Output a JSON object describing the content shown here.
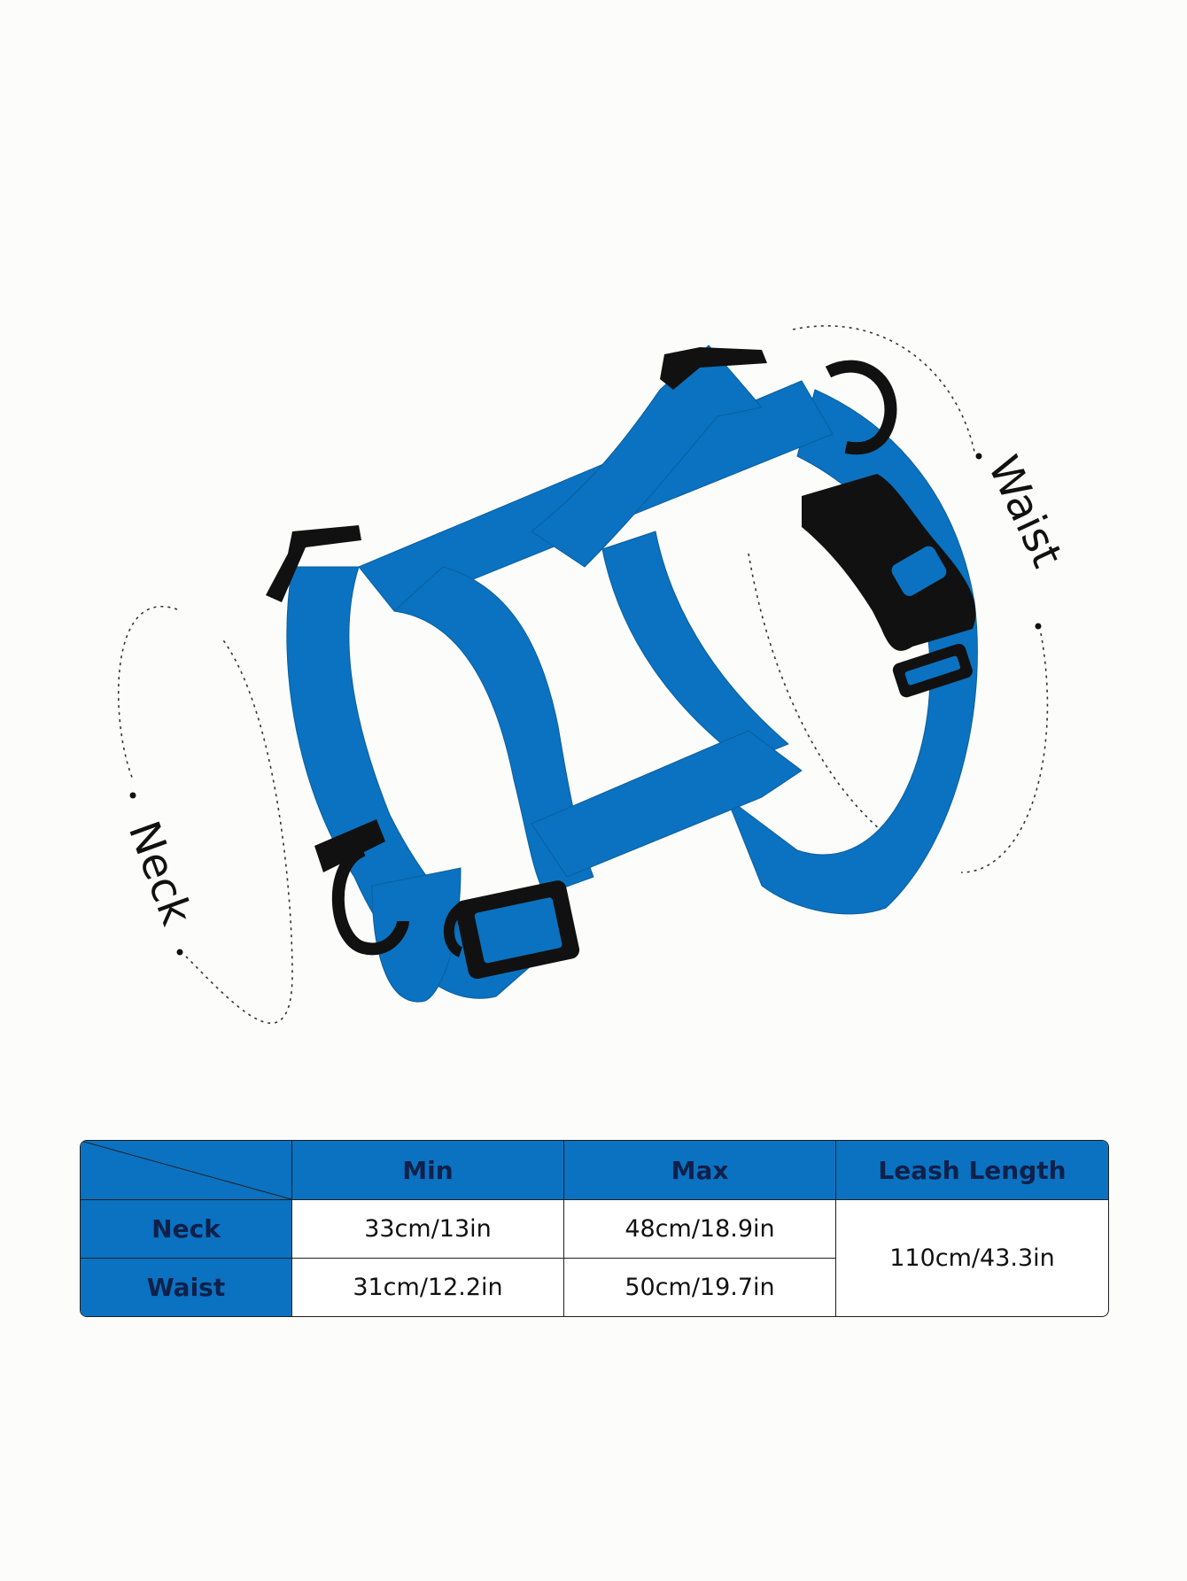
{
  "labels": {
    "neck": "Neck",
    "waist": "Waist"
  },
  "colors": {
    "harness": "#0a72c0",
    "hardware": "#111111",
    "table_header": "#0a72c0",
    "header_text": "#10204a"
  },
  "size_table": {
    "columns": [
      "Min",
      "Max",
      "Leash Length"
    ],
    "rows": [
      {
        "label": "Neck",
        "min": "33cm/13in",
        "max": "48cm/18.9in"
      },
      {
        "label": "Waist",
        "min": "31cm/12.2in",
        "max": "50cm/19.7in"
      }
    ],
    "leash_length": "110cm/43.3in"
  }
}
